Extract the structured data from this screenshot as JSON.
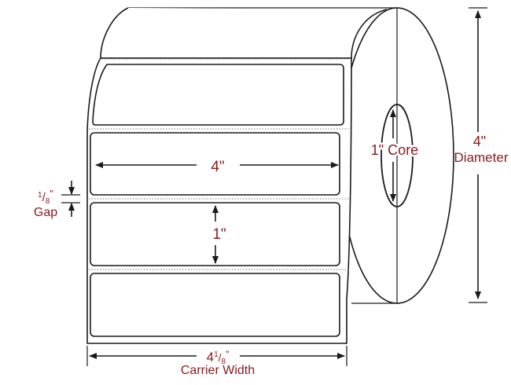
{
  "diagram": {
    "label_width": "4\"",
    "label_height": "1\"",
    "gap": {
      "num": "1",
      "den": "8",
      "word": "Gap"
    },
    "core": "1\" Core",
    "diameter": {
      "value": "4\"",
      "word": "Diameter"
    },
    "carrier": {
      "whole": "4",
      "num": "1",
      "den": "8",
      "word": "Carrier Width"
    },
    "colors": {
      "label_text": "#8b1a1a",
      "line": "#1a1a1a"
    }
  }
}
